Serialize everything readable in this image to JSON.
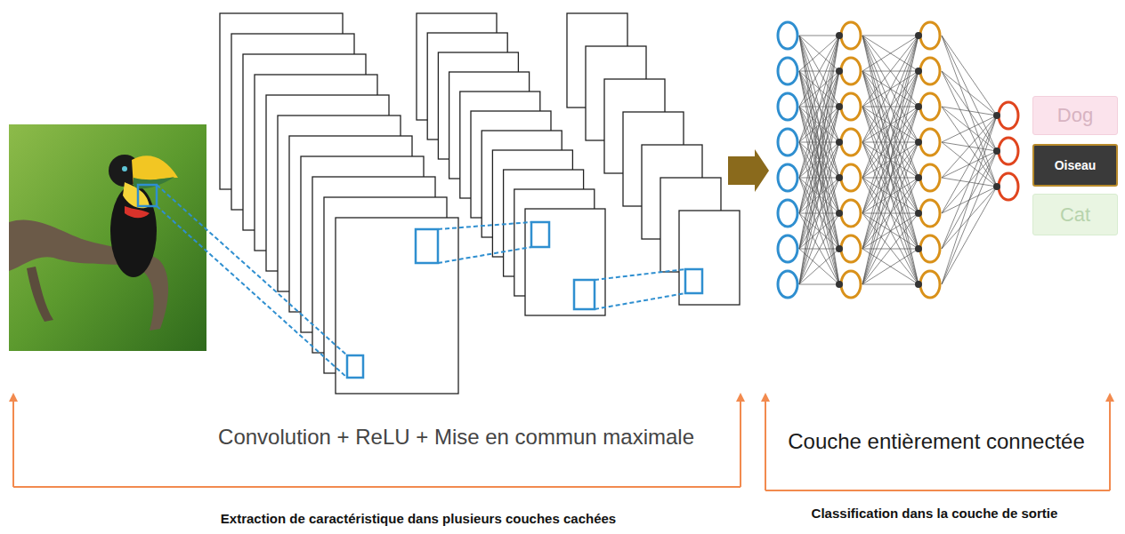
{
  "diagram": {
    "nodes": [
      {
        "text": [
          "Dog"
        ]
      },
      {
        "text": [
          "Oiseau"
        ]
      },
      {
        "text": [
          "Cat"
        ]
      }
    ],
    "labels": [
      "Convolution + ReLU + Mise en commun maximale",
      "Couche entièrement connectée",
      "Extraction de caractéristique dans plusieurs couches cachées",
      "Classification dans la couche de sortie"
    ]
  }
}
